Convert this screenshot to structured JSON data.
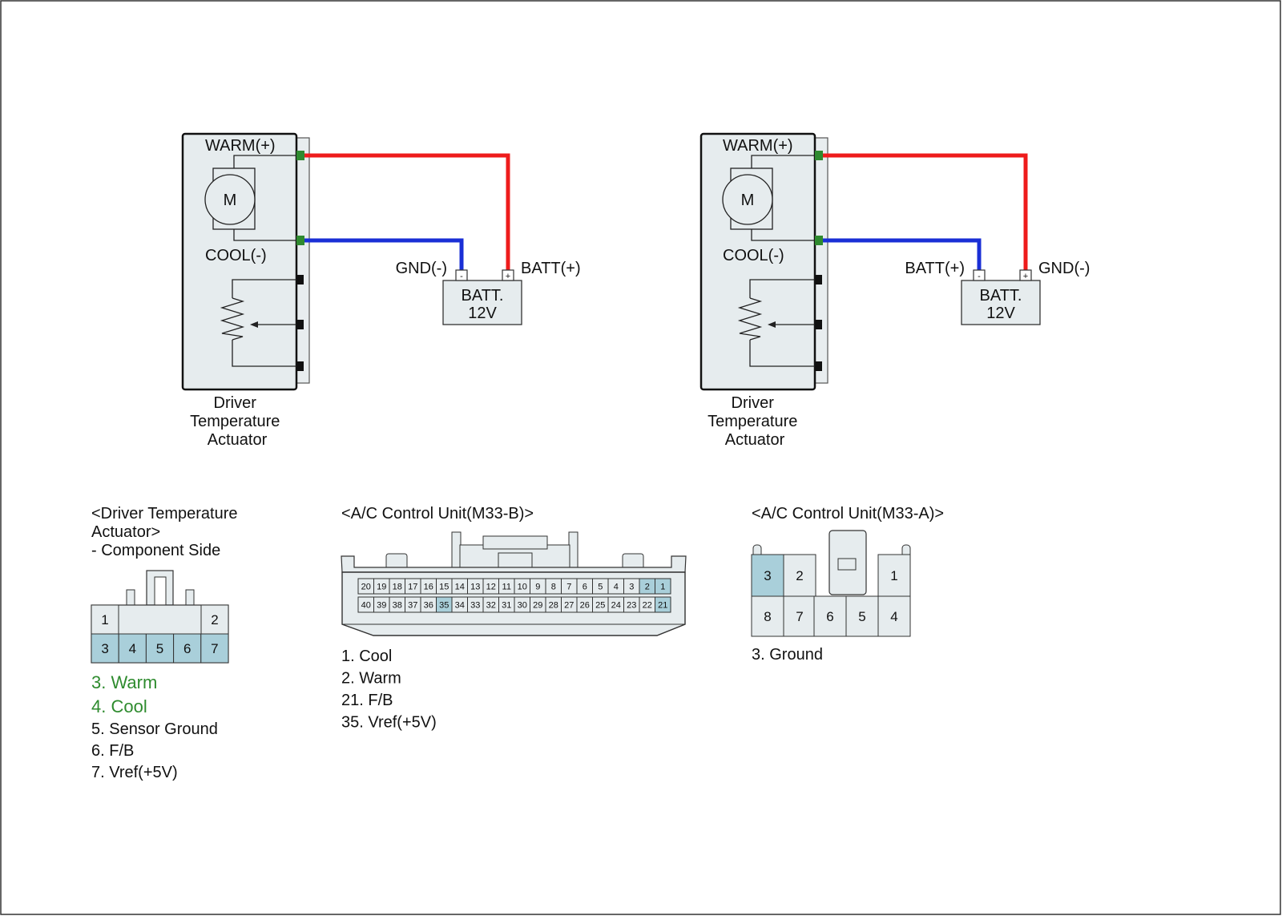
{
  "colors": {
    "warm_wire": "#ee1c1c",
    "cool_wire": "#1a2fd6",
    "terminal": "#2f8a2f",
    "highlight_pin": "#a9cfda",
    "body_fill": "#e6ecee",
    "legend_green": "#2e8b2e"
  },
  "diagram_left": {
    "warm_label": "WARM(+)",
    "motor_label": "M",
    "cool_label": "COOL(-)",
    "component_label": [
      "Driver",
      "Temperature",
      "Actuator"
    ],
    "battery": {
      "name": "BATT.",
      "voltage": "12V",
      "left_terminal_label": "GND(-)",
      "right_terminal_label": "BATT(+)",
      "left_terminal_sign": "-",
      "right_terminal_sign": "+"
    }
  },
  "diagram_right": {
    "warm_label": "WARM(+)",
    "motor_label": "M",
    "cool_label": "COOL(-)",
    "component_label": [
      "Driver",
      "Temperature",
      "Actuator"
    ],
    "battery": {
      "name": "BATT.",
      "voltage": "12V",
      "left_terminal_label": "BATT(+)",
      "right_terminal_label": "GND(-)",
      "left_terminal_sign": "-",
      "right_terminal_sign": "+"
    }
  },
  "actuator_connector": {
    "title": [
      "<Driver Temperature",
      "Actuator>",
      "- Component Side"
    ],
    "top_pins": [
      "1",
      "2"
    ],
    "bottom_pins": [
      "3",
      "4",
      "5",
      "6",
      "7"
    ],
    "legend": [
      {
        "text": "3. Warm",
        "highlight": true
      },
      {
        "text": "4. Cool",
        "highlight": true
      },
      {
        "text": "5. Sensor Ground",
        "highlight": false
      },
      {
        "text": "6. F/B",
        "highlight": false
      },
      {
        "text": "7. Vref(+5V)",
        "highlight": false
      }
    ]
  },
  "m33b_connector": {
    "title": "<A/C Control Unit(M33-B)>",
    "top_row": [
      "20",
      "19",
      "18",
      "17",
      "16",
      "15",
      "14",
      "13",
      "12",
      "11",
      "10",
      "9",
      "8",
      "7",
      "6",
      "5",
      "4",
      "3",
      "2",
      "1"
    ],
    "bottom_row": [
      "40",
      "39",
      "38",
      "37",
      "36",
      "35",
      "34",
      "33",
      "32",
      "31",
      "30",
      "29",
      "28",
      "27",
      "26",
      "25",
      "24",
      "23",
      "22",
      "21"
    ],
    "highlighted_pins": [
      "1",
      "2",
      "21",
      "35"
    ],
    "legend": [
      "1. Cool",
      "2. Warm",
      "21. F/B",
      "35. Vref(+5V)"
    ]
  },
  "m33a_connector": {
    "title": "<A/C Control Unit(M33-A)>",
    "top_pins": [
      "3",
      "2",
      "1"
    ],
    "bottom_pins": [
      "8",
      "7",
      "6",
      "5",
      "4"
    ],
    "highlighted_pins": [
      "3"
    ],
    "legend": [
      "3. Ground"
    ]
  }
}
